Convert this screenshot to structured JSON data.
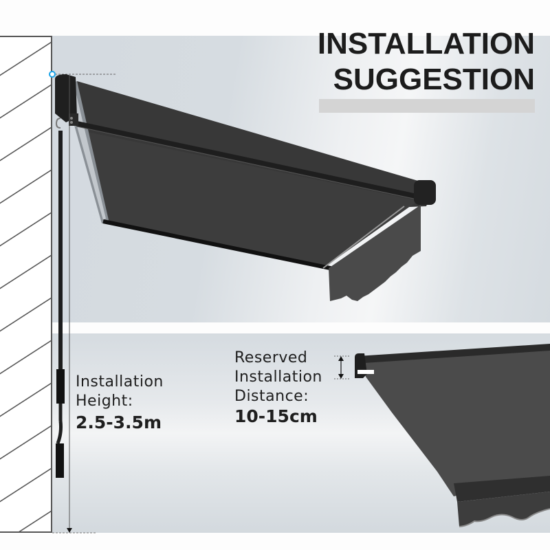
{
  "header": {
    "title_line1": "INSTALLATION",
    "title_line2": "SUGGESTION"
  },
  "installation_height": {
    "label_line1": "Installation",
    "label_line2": "Height:",
    "value": "2.5-3.5m"
  },
  "reserved_distance": {
    "label_line1": "Reserved",
    "label_line2": "Installation",
    "label_line3": "Distance:",
    "value": "10-15cm"
  },
  "colors": {
    "awning_fabric": "#3a3a3a",
    "awning_frame": "#1e1e1e",
    "background": "#d5dbe0",
    "title_text": "#1c1c1c",
    "title_bar": "#d4d4d4",
    "wall_hatch": "#555555",
    "marker_dot": "#1aa3e8"
  }
}
